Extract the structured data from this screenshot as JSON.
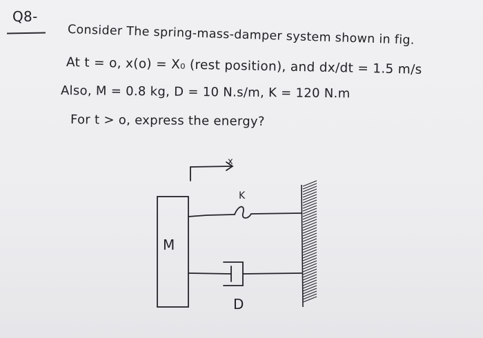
{
  "question": {
    "number_label": "Q8-",
    "lines": [
      "Consider The spring-mass-damper system shown in fig.",
      "At t = o, x(o) = X₀ (rest position), and dx/dt = 1.5 m/s",
      "Also, M = 0.8 kg, D = 10 N.s/m, K = 120 N.m",
      "For t > o, express the energy?"
    ]
  },
  "diagram": {
    "mass_label": "M",
    "spring_label": "K",
    "damper_label": "D",
    "displacement_label": "x"
  }
}
